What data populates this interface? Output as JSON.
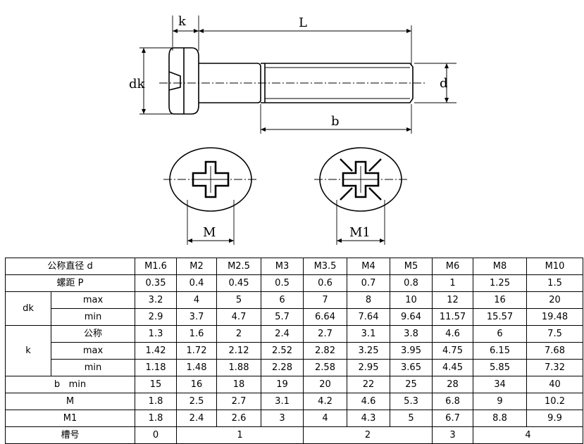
{
  "drawing": {
    "labels": {
      "k": "k",
      "L": "L",
      "dk": "dk",
      "d": "d",
      "b": "b",
      "M": "M",
      "M1": "M1"
    }
  },
  "table": {
    "diameter_label": "公称直径 d",
    "sizes": [
      "M1.6",
      "M2",
      "M2.5",
      "M3",
      "M3.5",
      "M4",
      "M5",
      "M6",
      "M8",
      "M10"
    ],
    "pitch_label": "螺距 P",
    "pitch": [
      "0.35",
      "0.4",
      "0.45",
      "0.5",
      "0.6",
      "0.7",
      "0.8",
      "1",
      "1.25",
      "1.5"
    ],
    "dk_label": "dk",
    "dk_max_label": "max",
    "dk_max": [
      "3.2",
      "4",
      "5",
      "6",
      "7",
      "8",
      "10",
      "12",
      "16",
      "20"
    ],
    "dk_min_label": "min",
    "dk_min": [
      "2.9",
      "3.7",
      "4.7",
      "5.7",
      "6.64",
      "7.64",
      "9.64",
      "11.57",
      "15.57",
      "19.48"
    ],
    "k_label": "k",
    "k_nom_label": "公称",
    "k_nom": [
      "1.3",
      "1.6",
      "2",
      "2.4",
      "2.7",
      "3.1",
      "3.8",
      "4.6",
      "6",
      "7.5"
    ],
    "k_max_label": "max",
    "k_max": [
      "1.42",
      "1.72",
      "2.12",
      "2.52",
      "2.82",
      "3.25",
      "3.95",
      "4.75",
      "6.15",
      "7.68"
    ],
    "k_min_label": "min",
    "k_min": [
      "1.18",
      "1.48",
      "1.88",
      "2.28",
      "2.58",
      "2.95",
      "3.65",
      "4.45",
      "5.85",
      "7.32"
    ],
    "b_label": "b   min",
    "b": [
      "15",
      "16",
      "18",
      "19",
      "20",
      "22",
      "25",
      "28",
      "34",
      "40"
    ],
    "m_label": "M",
    "m": [
      "1.8",
      "2.5",
      "2.7",
      "3.1",
      "4.2",
      "4.6",
      "5.3",
      "6.8",
      "9",
      "10.2"
    ],
    "m1_label": "M1",
    "m1": [
      "1.8",
      "2.4",
      "2.6",
      "3",
      "4",
      "4.3",
      "5",
      "6.7",
      "8.8",
      "9.9"
    ],
    "slot_label": "槽号",
    "slot": [
      "0",
      "1",
      "2",
      "3",
      "4"
    ]
  }
}
